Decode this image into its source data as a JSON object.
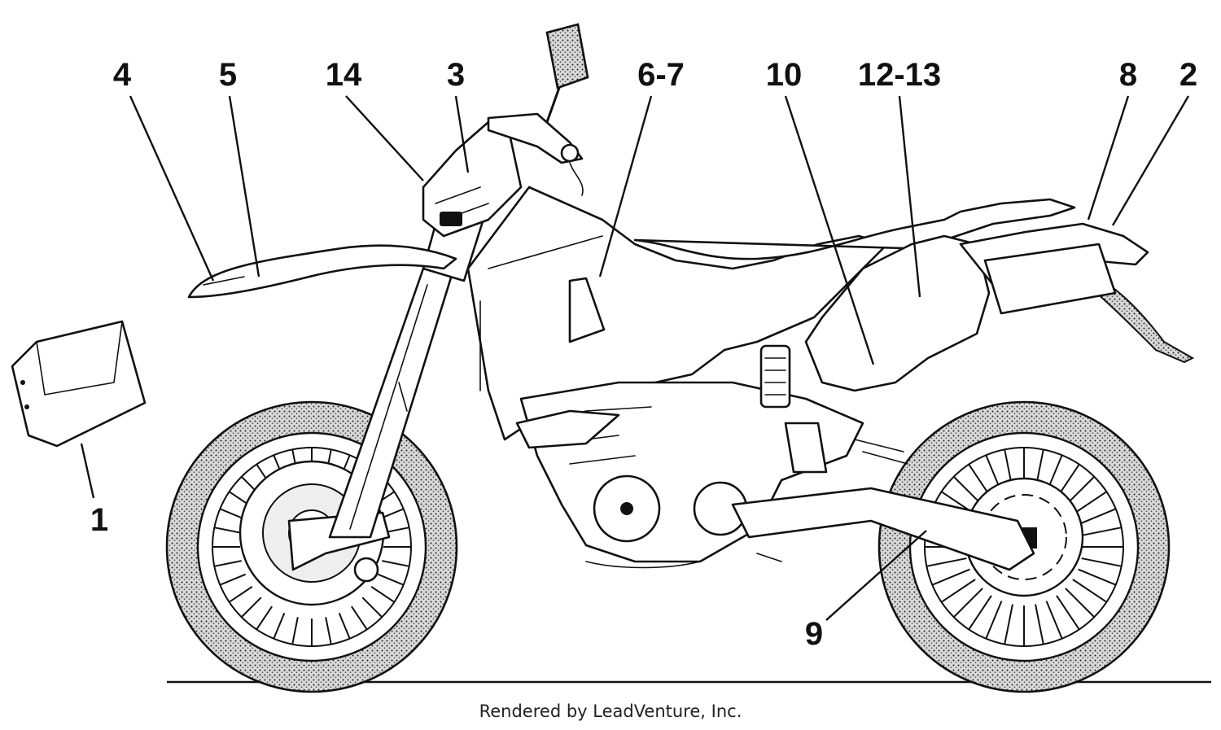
{
  "callouts": [
    {
      "id": "c1",
      "label": "1"
    },
    {
      "id": "c2",
      "label": "2"
    },
    {
      "id": "c3",
      "label": "3"
    },
    {
      "id": "c4",
      "label": "4"
    },
    {
      "id": "c5",
      "label": "5"
    },
    {
      "id": "c6",
      "label": "6-7"
    },
    {
      "id": "c8",
      "label": "8"
    },
    {
      "id": "c9",
      "label": "9"
    },
    {
      "id": "c10",
      "label": "10"
    },
    {
      "id": "c12",
      "label": "12-13"
    },
    {
      "id": "c14",
      "label": "14"
    }
  ],
  "footer": {
    "credit": "Rendered by LeadVenture, Inc."
  }
}
